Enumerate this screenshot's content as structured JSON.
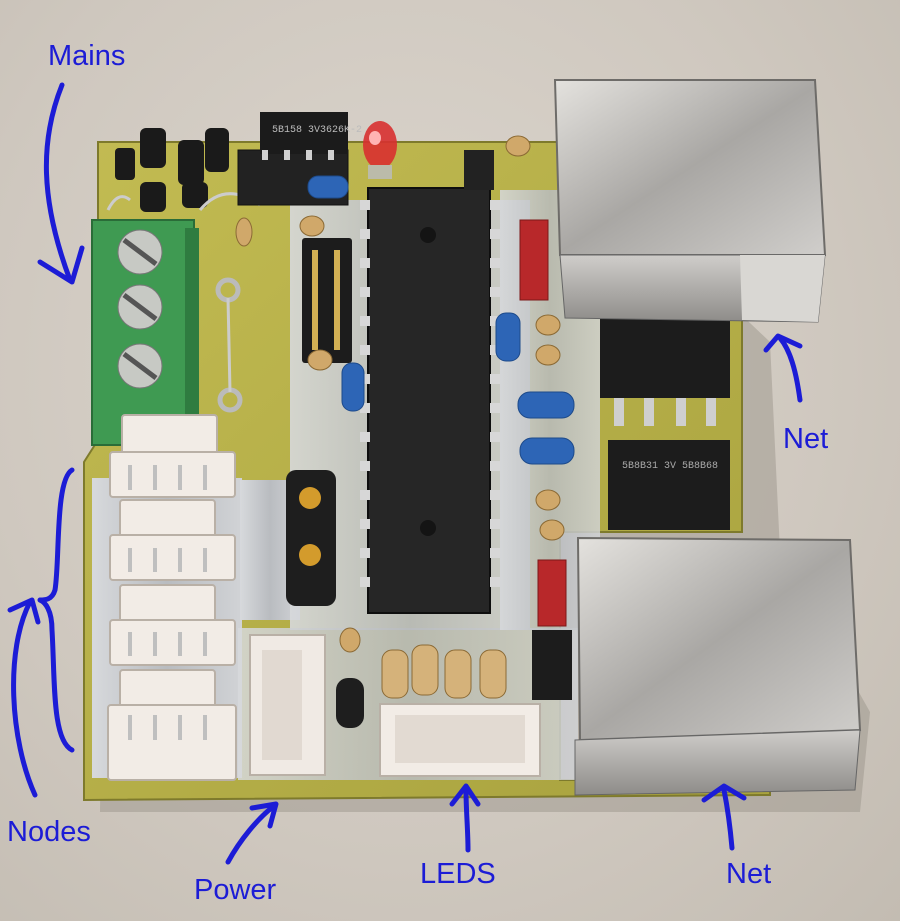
{
  "labels": {
    "mains": "Mains",
    "net_top": "Net",
    "nodes": "Nodes",
    "power": "Power",
    "leds": "LEDS",
    "net_bottom": "Net"
  },
  "chip_markings": {
    "optocoupler": "5B158 3V3626K-2",
    "driver_lower": "5B8B31 3V 5B8B68"
  },
  "colors": {
    "pcb": "#b8b24a",
    "annotation": "#1c1cd6",
    "terminal_block": "#3f9a52",
    "rj45_metal": "#b7b5b2"
  }
}
